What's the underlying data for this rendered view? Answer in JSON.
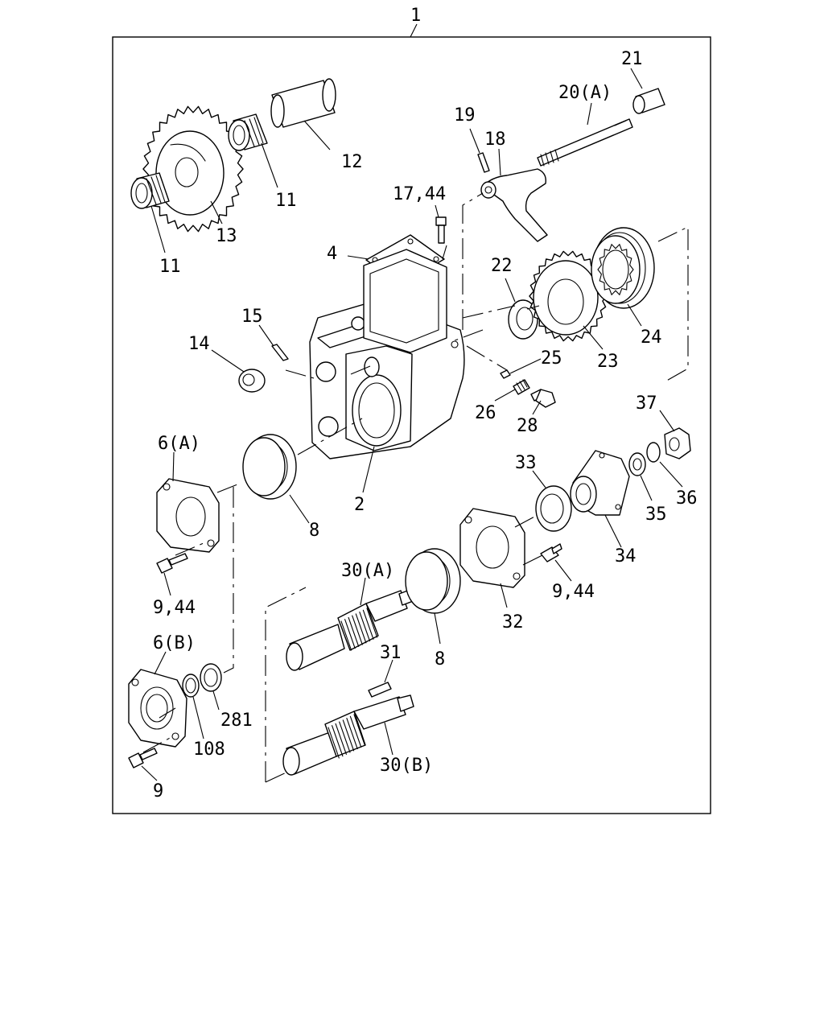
{
  "figure": {
    "assembly_label": "1",
    "labels": {
      "p2": "2",
      "p4": "4",
      "p6a": "6(A)",
      "p6b": "6(B)",
      "p8a": "8",
      "p8b": "8",
      "p9": "9",
      "p9_44a": "9,44",
      "p9_44b": "9,44",
      "p11a": "11",
      "p11b": "11",
      "p12": "12",
      "p13": "13",
      "p14": "14",
      "p15": "15",
      "p17_44": "17,44",
      "p18": "18",
      "p19": "19",
      "p20a": "20(A)",
      "p21": "21",
      "p22": "22",
      "p23": "23",
      "p24": "24",
      "p25": "25",
      "p26": "26",
      "p28": "28",
      "p30a": "30(A)",
      "p30b": "30(B)",
      "p31": "31",
      "p32": "32",
      "p33": "33",
      "p34": "34",
      "p35": "35",
      "p36": "36",
      "p37": "37",
      "p108": "108",
      "p281": "281"
    }
  }
}
